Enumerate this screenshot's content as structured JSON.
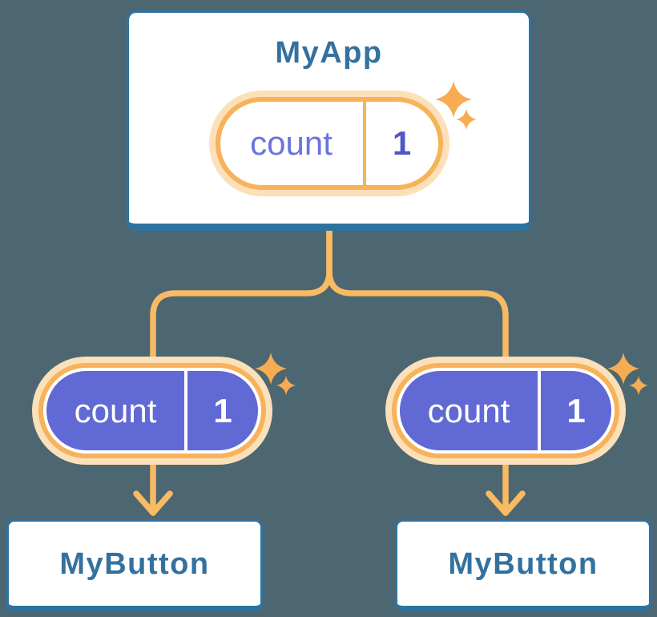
{
  "colors": {
    "canvas-bg": "#4C6771",
    "card-bg": "#FFFFFF",
    "card-border": "#2E73A0",
    "heading": "#34719E",
    "line-orange": "#F8BA63",
    "ring-orange": "#F7B25A",
    "glow-orange": "#FBE0B9",
    "sparkle-orange": "#F7AC52",
    "pill-purple": "#6169D4",
    "state-name-purple": "#6B74DB",
    "state-value-purple": "#5056C8",
    "state-text-on-purple": "#FFFFFF"
  },
  "diagram": {
    "root": {
      "title": "MyApp",
      "state": {
        "name": "count",
        "value": "1"
      }
    },
    "children": [
      {
        "title": "MyButton",
        "state": {
          "name": "count",
          "value": "1"
        }
      },
      {
        "title": "MyButton",
        "state": {
          "name": "count",
          "value": "1"
        }
      }
    ]
  }
}
